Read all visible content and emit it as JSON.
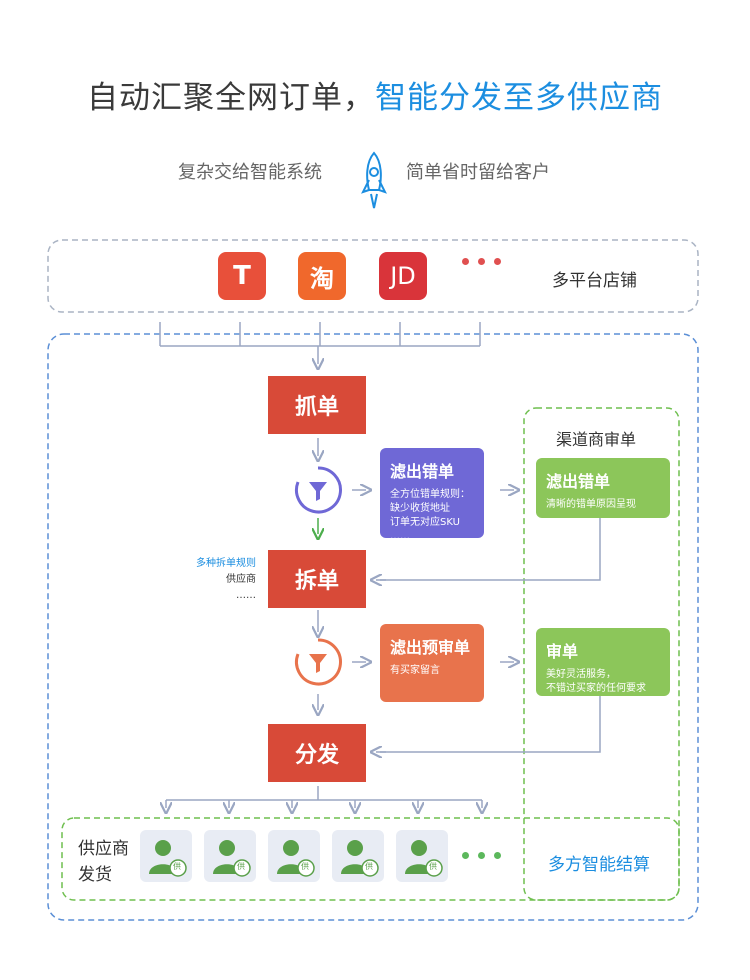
{
  "header": {
    "title_left": "自动汇聚全网订单，",
    "title_right": "智能分发至多供应商",
    "sub_left": "复杂交给智能系统",
    "sub_right": "简单省时留给客户"
  },
  "platforms": {
    "label": "多平台店铺",
    "logos": [
      "T",
      "淘",
      "JD"
    ]
  },
  "flow": {
    "grab": "抓单",
    "split": "拆单",
    "dispatch": "分发",
    "split_rules": [
      "多种拆单规则",
      "供应商",
      "……"
    ]
  },
  "filters": {
    "error": {
      "title": "滤出错单",
      "lines": [
        "全方位错单规则：",
        "缺少收货地址",
        "订单无对应SKU",
        "……"
      ]
    },
    "prereview": {
      "title": "滤出预审单",
      "lines": [
        "有买家留言"
      ]
    }
  },
  "channel": {
    "title": "渠道商审单",
    "card1": {
      "title": "滤出错单",
      "line": "清晰的错单原因呈现"
    },
    "card2": {
      "title": "审单",
      "lines": [
        "美好灵活服务，",
        "不错过买家的任何要求"
      ]
    },
    "settlement": "多方智能结算"
  },
  "suppliers": {
    "label_line1": "供应商",
    "label_line2": "发货",
    "badge": "供"
  },
  "colors": {
    "blue": "#1c8ee0",
    "red": "#d84a38",
    "purple": "#6f68d6",
    "orange": "#e8734c",
    "green": "#8cc65a"
  }
}
